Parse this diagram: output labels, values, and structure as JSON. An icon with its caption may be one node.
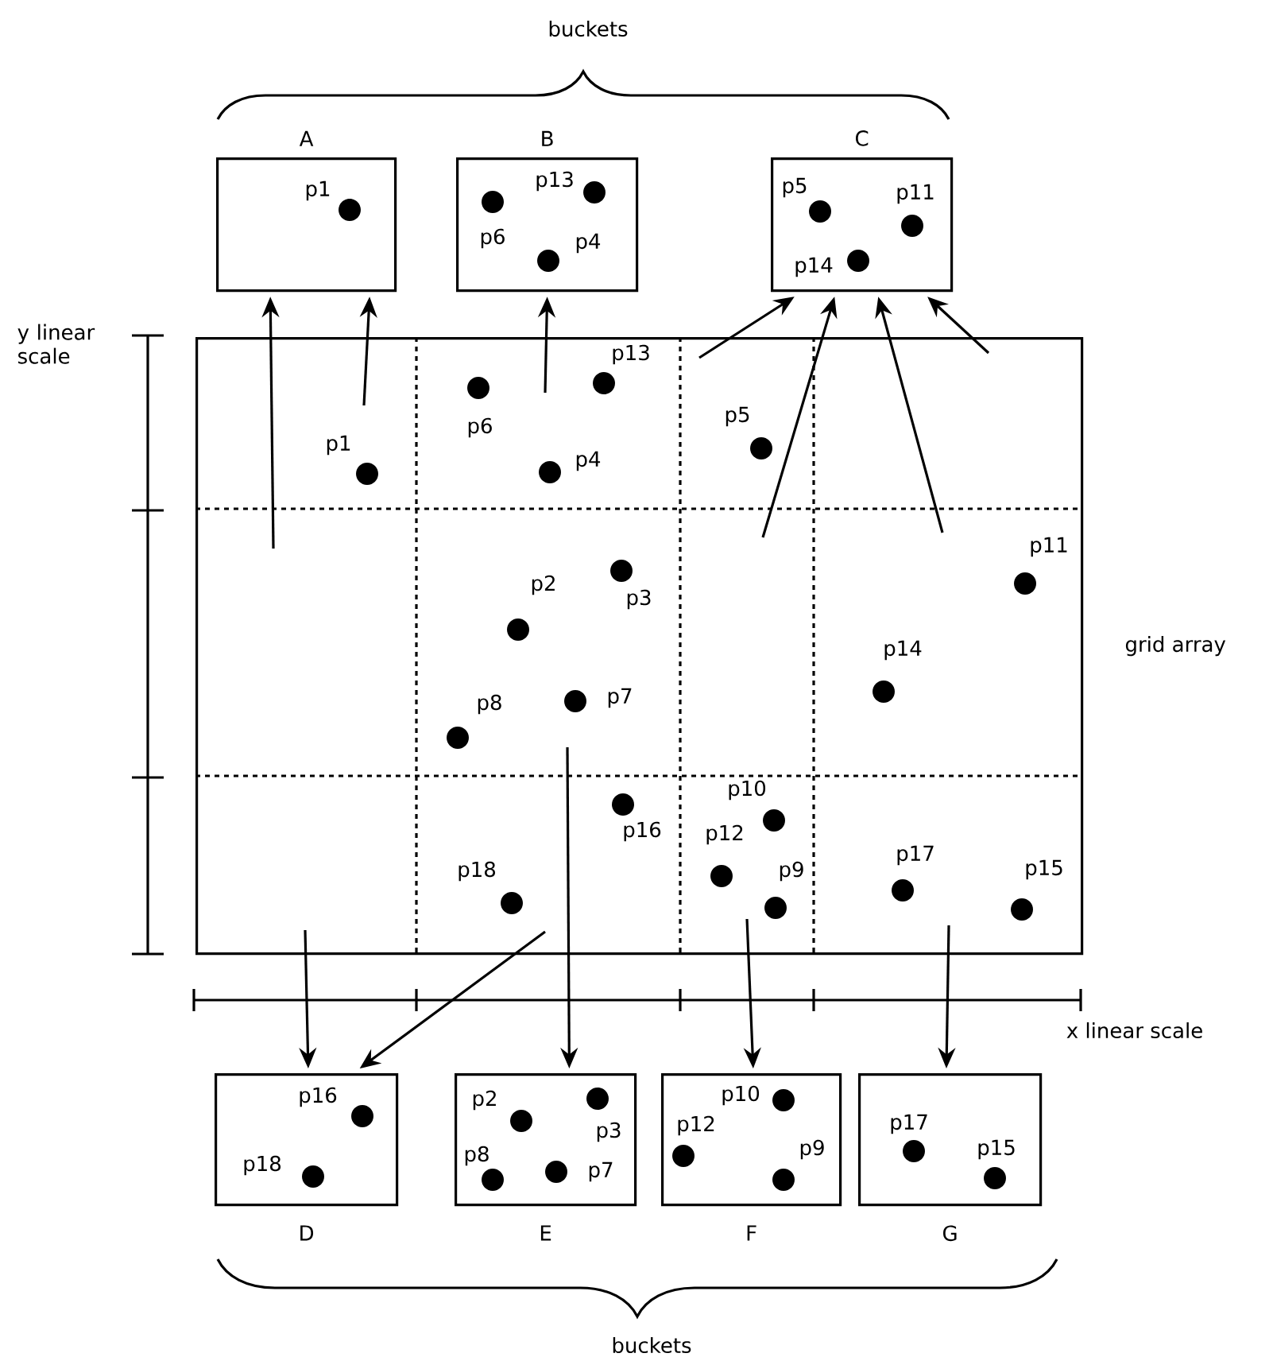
{
  "diagram": {
    "nodes": [
      {
        "text": [
          "grid array"
        ]
      },
      {
        "text": [
          "A"
        ]
      },
      {
        "text": [
          "B"
        ]
      },
      {
        "text": [
          "C"
        ]
      },
      {
        "text": [
          "D"
        ]
      },
      {
        "text": [
          "E"
        ]
      },
      {
        "text": [
          "F"
        ]
      },
      {
        "text": [
          "G"
        ]
      }
    ],
    "edges": [
      {
        "from": 0,
        "to": 1,
        "arrow": "to"
      },
      {
        "from": 0,
        "to": 1,
        "arrow": "to"
      },
      {
        "from": 0,
        "to": 2,
        "arrow": "to"
      },
      {
        "from": 0,
        "to": 3,
        "arrow": "to"
      },
      {
        "from": 0,
        "to": 3,
        "arrow": "to"
      },
      {
        "from": 0,
        "to": 3,
        "arrow": "to"
      },
      {
        "from": 0,
        "to": 3,
        "arrow": "to"
      },
      {
        "from": 0,
        "to": 4,
        "arrow": "to"
      },
      {
        "from": 0,
        "to": 4,
        "arrow": "to"
      },
      {
        "from": 0,
        "to": 5,
        "arrow": "to"
      },
      {
        "from": 0,
        "to": 6,
        "arrow": "to"
      },
      {
        "from": 0,
        "to": 7,
        "arrow": "to"
      }
    ],
    "labels": [
      "buckets",
      "p1",
      "p13",
      "p6",
      "p4",
      "p5",
      "p11",
      "p14",
      "y linear scale",
      "p13",
      "p6",
      "p5",
      "p1",
      "p4",
      "p11",
      "p2",
      "p3",
      "p14",
      "p8",
      "p7",
      "p10",
      "p16",
      "p12",
      "p18",
      "p9",
      "p17",
      "p15",
      "x linear scale",
      "p16",
      "p2",
      "p3",
      "p18",
      "p8",
      "p7",
      "p10",
      "p12",
      "p9",
      "p17",
      "p15",
      "buckets"
    ]
  }
}
